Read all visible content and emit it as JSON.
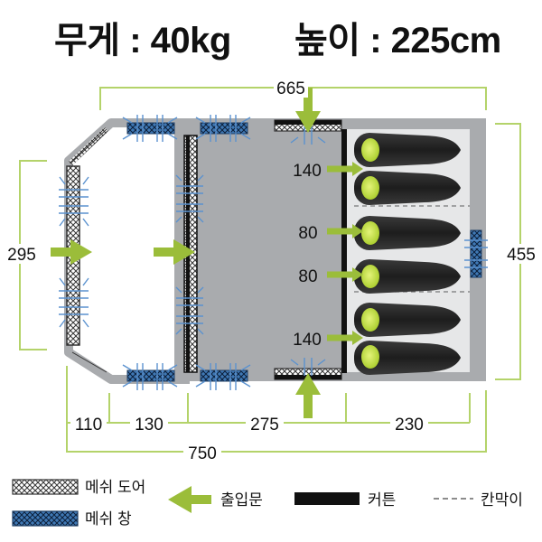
{
  "title": {
    "weight": "무게 : 40kg",
    "height": "높이 : 225cm"
  },
  "dimensions": {
    "top_width": "665",
    "total_width": "750",
    "left_height": "295",
    "right_height": "455",
    "bottom_segments": [
      "110",
      "130",
      "275",
      "230"
    ],
    "sleeping_spacing": [
      "140",
      "80",
      "80",
      "140"
    ]
  },
  "legend": {
    "mesh_door": "메쉬 도어",
    "mesh_window": "메쉬 창",
    "entrance": "출입문",
    "curtain": "커튼",
    "partition": "칸막이"
  },
  "colors": {
    "dimension_line": "#b4d36a",
    "arrow": "#9bbd3a",
    "mesh_window": "#3f78b4",
    "floor": "#a9abae",
    "sleeping_bag": "#222222",
    "sleeping_bag_head": "#c4e34b"
  }
}
